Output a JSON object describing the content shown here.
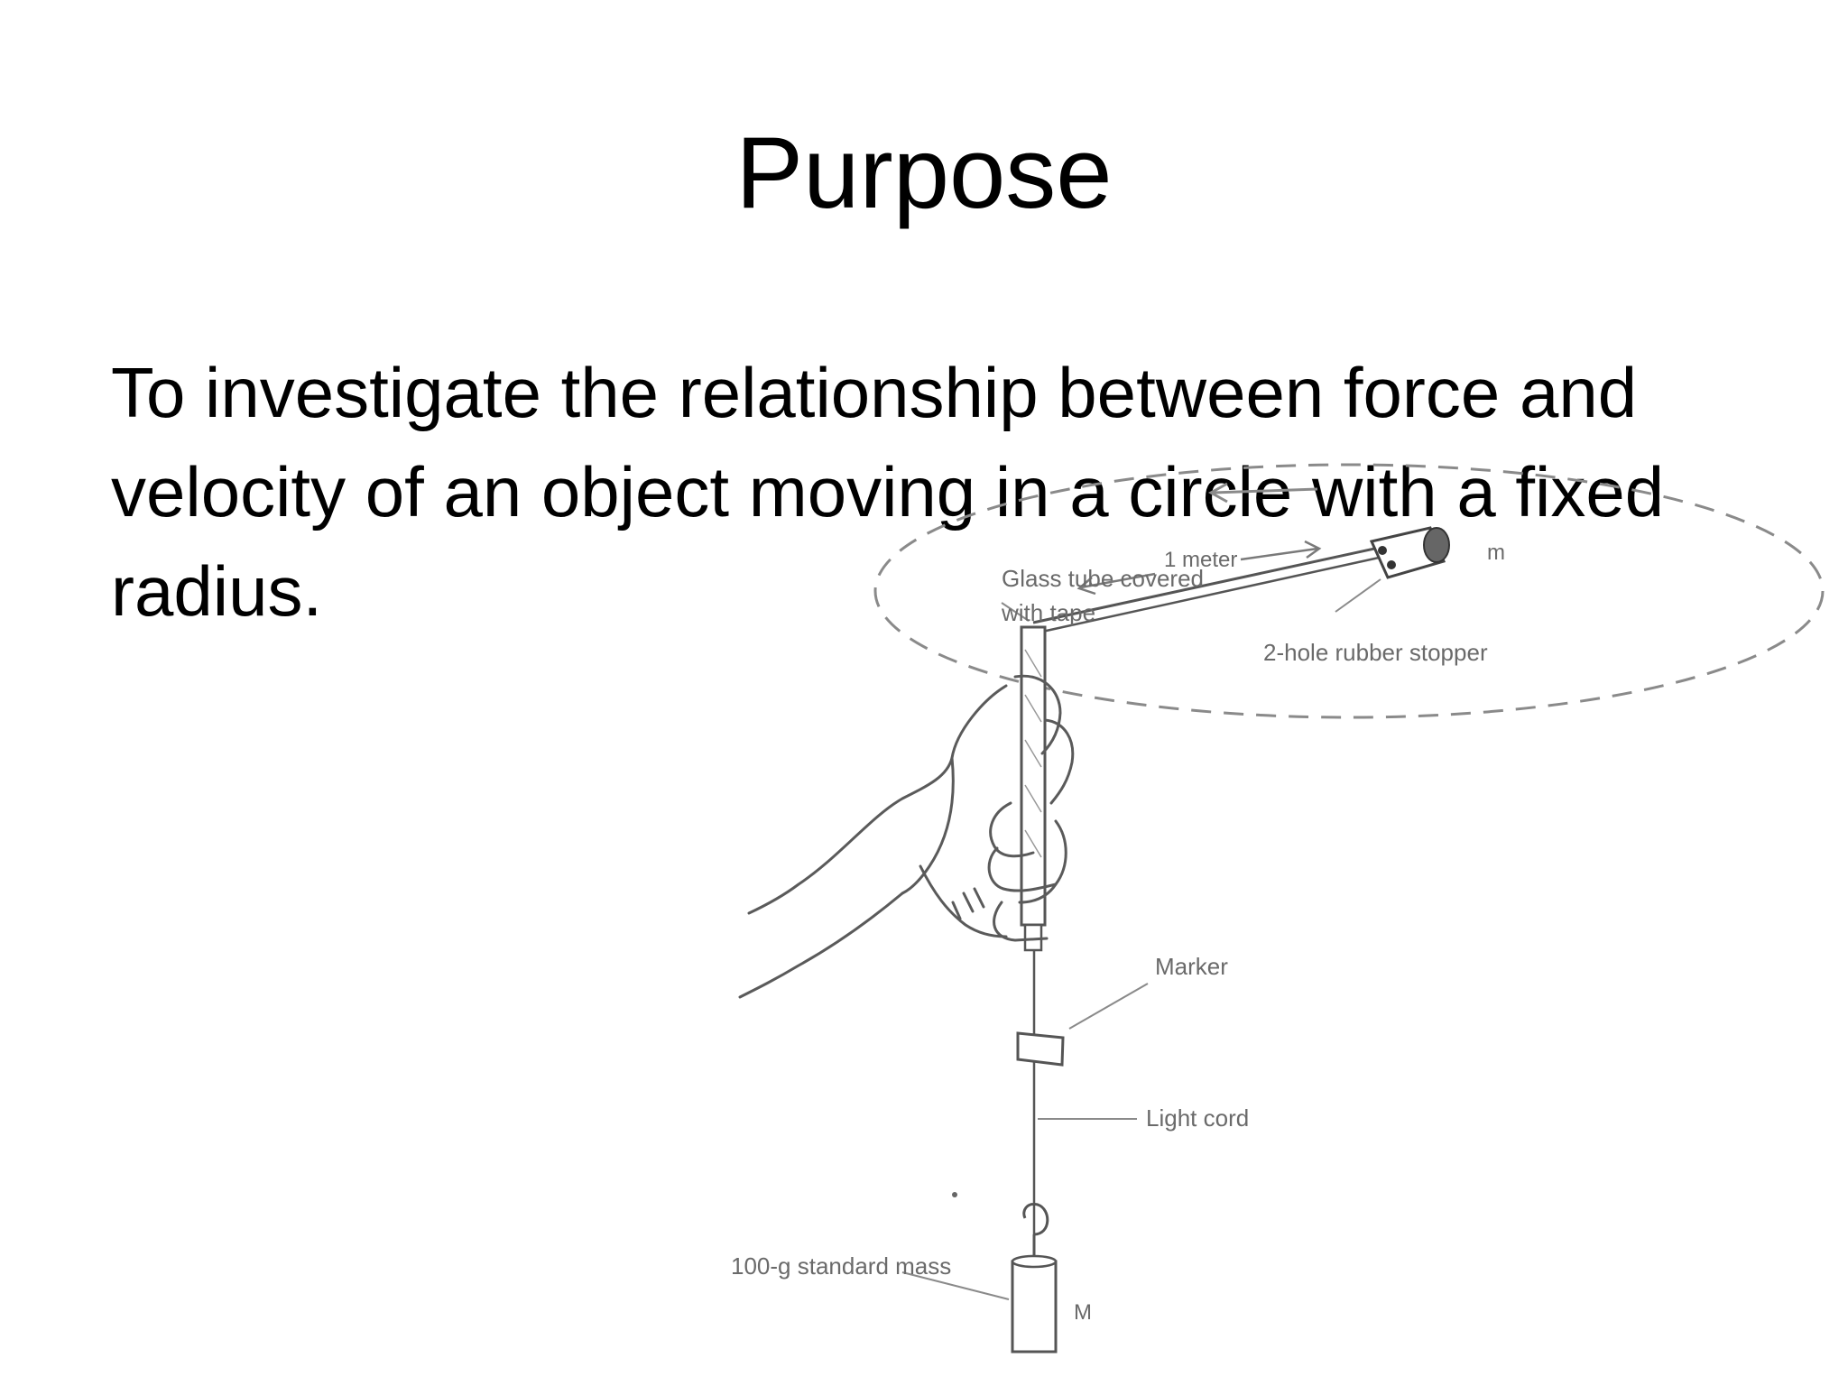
{
  "slide": {
    "title": "Purpose",
    "body": "To investigate the relationship between force and velocity of an object moving in a circle with a fixed radius."
  },
  "diagram": {
    "labels": {
      "glass_tube_line1": "Glass tube covered",
      "glass_tube_line2": "with tape",
      "one_meter": "1 meter",
      "stopper": "2-hole rubber stopper",
      "m": "m",
      "marker": "Marker",
      "light_cord": "Light cord",
      "standard_mass": "100-g standard mass",
      "M": "M"
    },
    "colors": {
      "ink": "#6a6a6a",
      "sketch": "#5a5a5a"
    }
  }
}
